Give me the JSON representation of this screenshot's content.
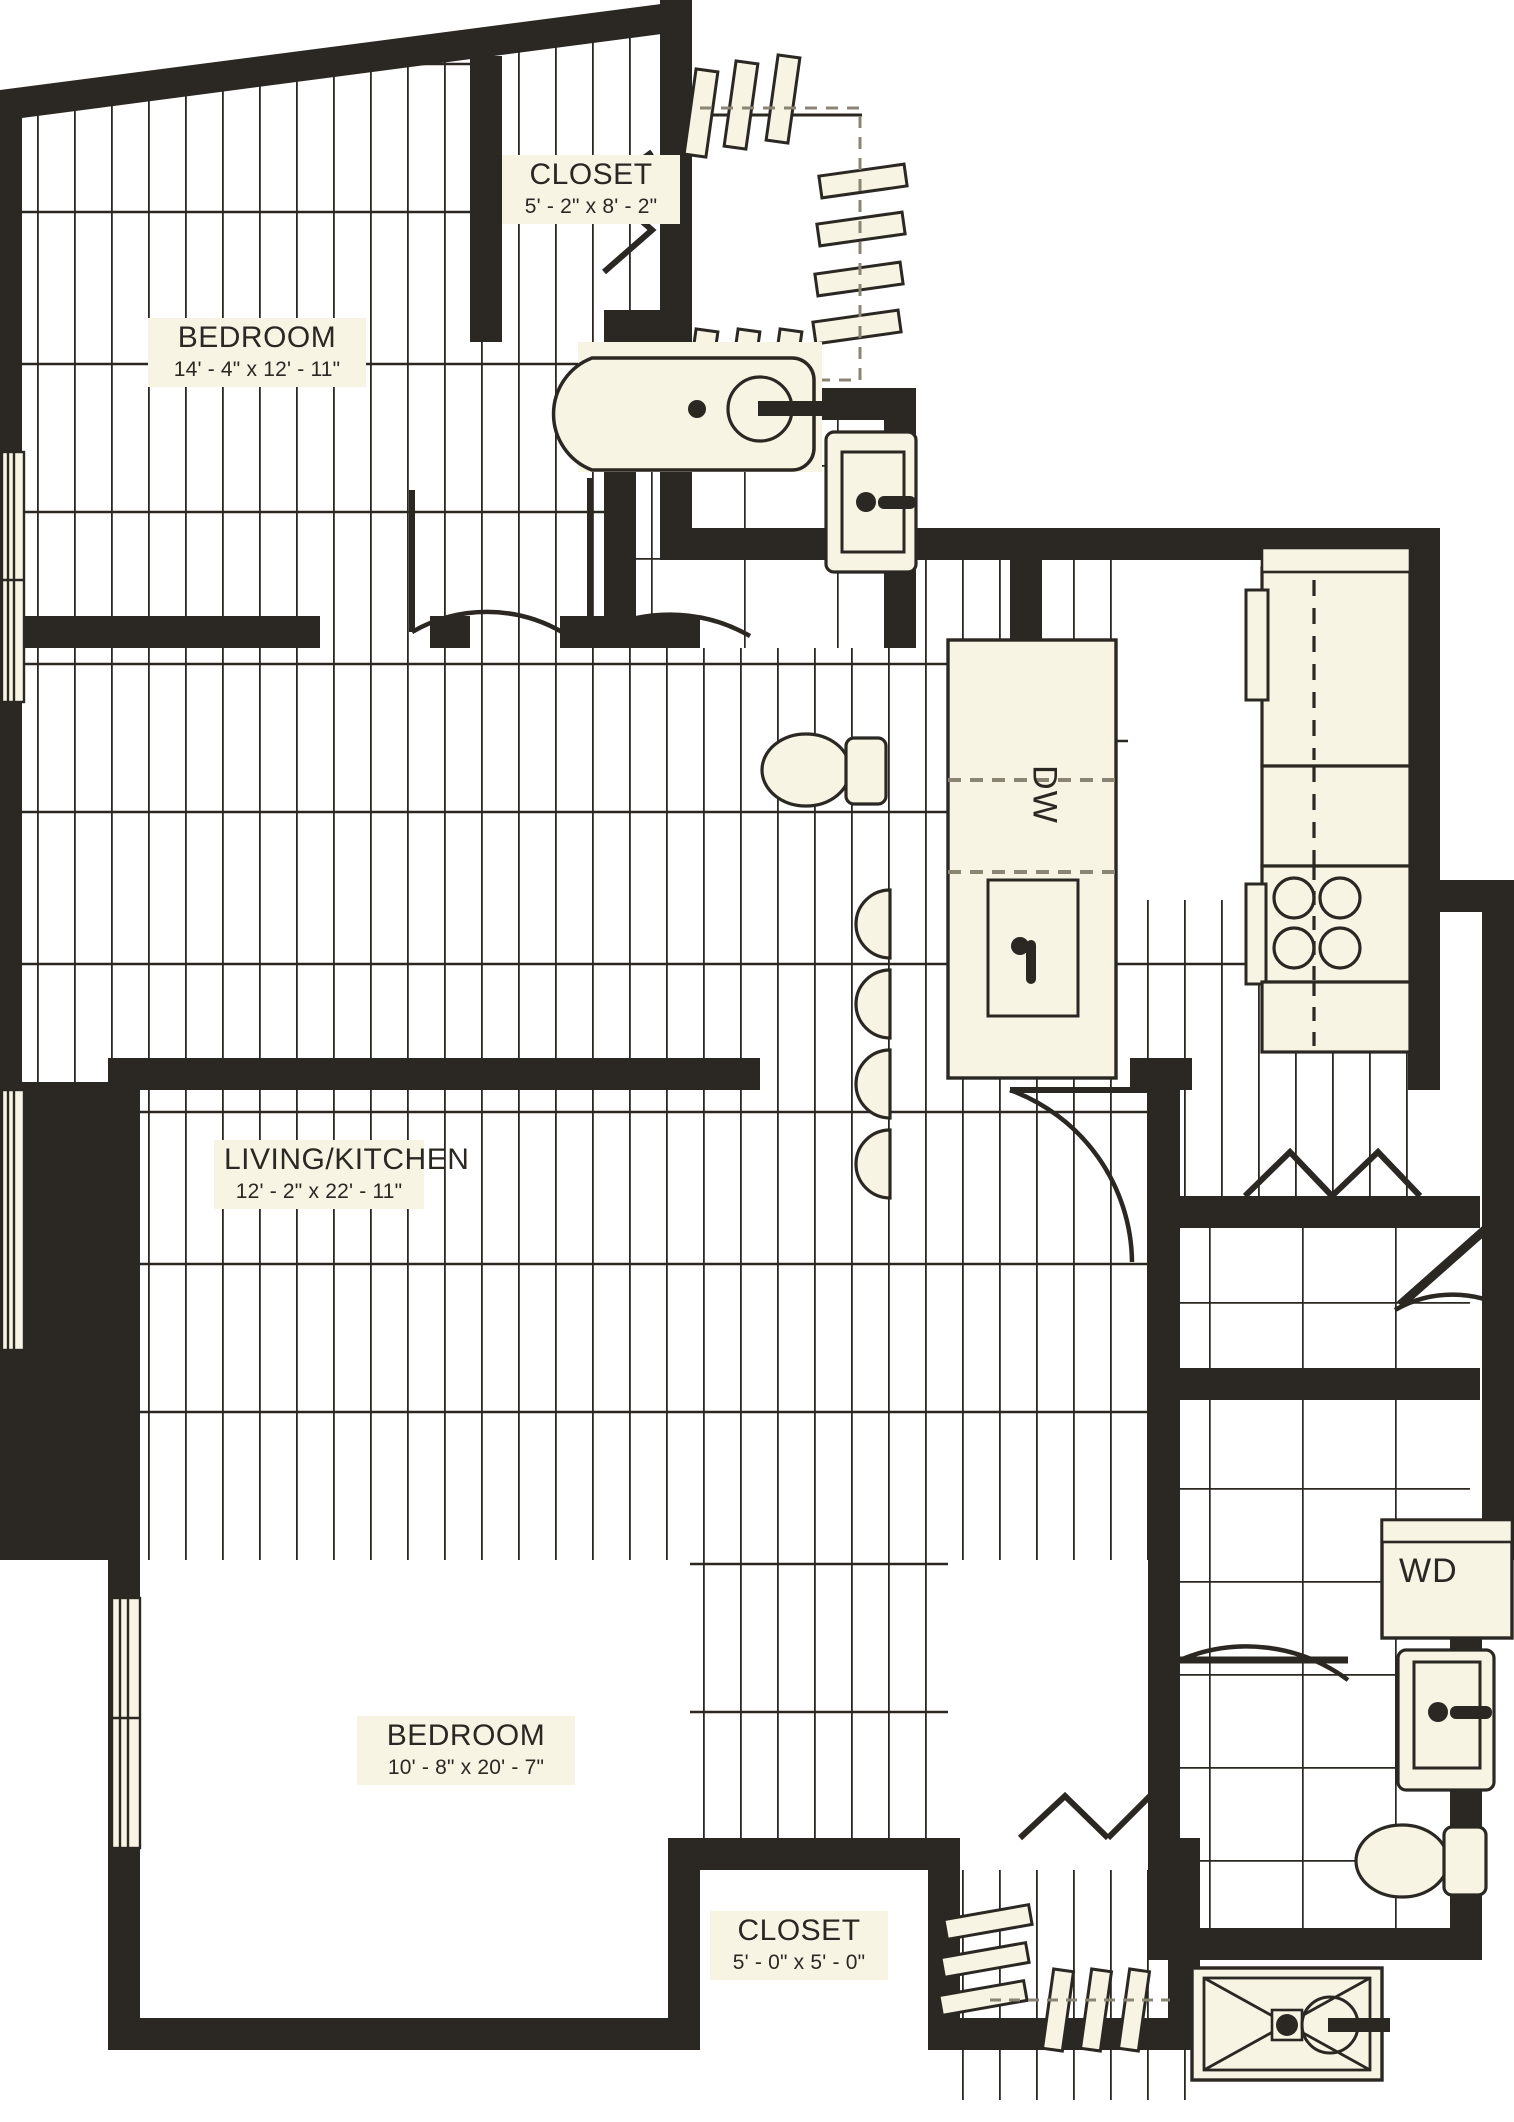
{
  "plan": {
    "type": "apartment-floor-plan",
    "palette": {
      "wall": "#2b2722",
      "fixture_fill": "#f7f4e4",
      "label_bg": "#f7f4e4",
      "text": "#2b2722",
      "floor": "#ffffff",
      "line": "#2b2722"
    },
    "rooms": [
      {
        "id": "bedroom-1",
        "name": "BEDROOM",
        "dimensions": "14' - 4\" x 12' - 11\"",
        "floor": "wood-plank"
      },
      {
        "id": "closet-1",
        "name": "CLOSET",
        "dimensions": "5' - 2\" x 8' - 2\"",
        "floor": "wood-plank"
      },
      {
        "id": "living-kitchen",
        "name": "LIVING/KITCHEN",
        "dimensions": "12' - 2\" x 22' - 11\"",
        "floor": "wood-plank"
      },
      {
        "id": "bedroom-2",
        "name": "BEDROOM",
        "dimensions": "10' - 8\" x 20' - 7\"",
        "floor": "wood-plank"
      },
      {
        "id": "closet-2",
        "name": "CLOSET",
        "dimensions": "5' - 0\" x 5' - 0\"",
        "floor": "wood-plank"
      }
    ],
    "appliances": [
      {
        "id": "dishwasher",
        "label": "DW",
        "orientation": "vertical"
      },
      {
        "id": "washer-dryer",
        "label": "WD",
        "orientation": "horizontal"
      }
    ],
    "fixtures": [
      {
        "id": "bathtub",
        "name": "bathtub-icon"
      },
      {
        "id": "sink-bath-1",
        "name": "sink-icon"
      },
      {
        "id": "toilet-bath-1",
        "name": "toilet-icon"
      },
      {
        "id": "sink-bath-2",
        "name": "sink-icon"
      },
      {
        "id": "toilet-bath-2",
        "name": "toilet-icon"
      },
      {
        "id": "shower",
        "name": "shower-icon"
      },
      {
        "id": "range",
        "name": "stove-range-icon"
      },
      {
        "id": "refrigerator",
        "name": "refrigerator-icon"
      },
      {
        "id": "kitchen-island",
        "name": "kitchen-island-icon"
      },
      {
        "id": "barstools",
        "name": "barstool-icon"
      }
    ]
  }
}
